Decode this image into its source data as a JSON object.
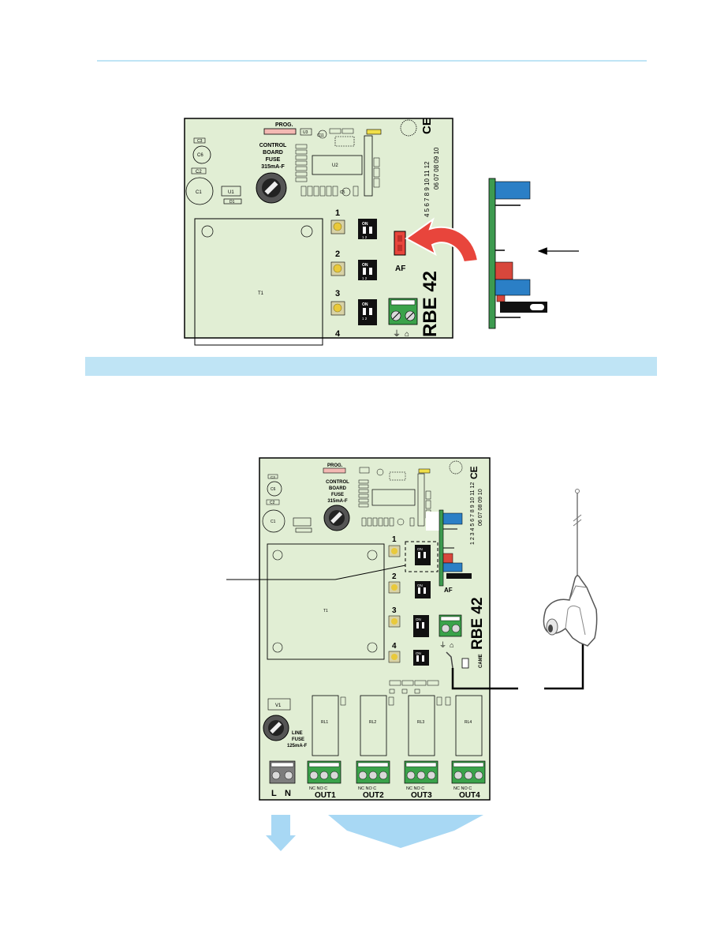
{
  "colors": {
    "board": "#e1eed4",
    "rule": "#bfe4f5",
    "arrow_red": "#e8453c",
    "arrow_blue": "#a8d8f4",
    "module_green": "#3d9a4f",
    "module_blue": "#2b7fc6",
    "terminal_green": "#3aa24a"
  },
  "top_board": {
    "prog_label": "PROG.",
    "fuse_label_1": "CONTROL",
    "fuse_label_2": "BOARD",
    "fuse_label_3": "FUSE",
    "fuse_rating": "315mA-F",
    "channels": [
      "1",
      "2",
      "3",
      "4"
    ],
    "dip_label": "ON",
    "dip_numbers": "1 2",
    "af_label": "AF",
    "model_label": "RBE 42",
    "transformer_label": "T1",
    "cap_c1": "C1",
    "cap_c6": "C6",
    "cap_c2": "C2",
    "cap_c3": "C3",
    "reg_u1": "U1",
    "ic_u2": "U2",
    "ic_u3": "U3",
    "d1": "D1",
    "c11": "C11",
    "c5": "C5",
    "numbers_row1": "4 5 6 7 8 9 10 11 12",
    "numbers_row2": "06 07 08 09 10"
  },
  "bottom_board": {
    "prog_label": "PROG.",
    "fuse_label_1": "CONTROL",
    "fuse_label_2": "BOARD",
    "fuse_label_3": "FUSE",
    "fuse_rating": "315mA-F",
    "channels": [
      "1",
      "2",
      "3",
      "4"
    ],
    "dip_label": "ON",
    "dip_numbers": "1 2",
    "af_label": "AF",
    "model_label": "RBE 42",
    "brand": "CAME",
    "line_fuse_1": "LINE",
    "line_fuse_2": "FUSE",
    "line_fuse_rating": "125mA-F",
    "v1": "V1",
    "transformer_label": "T1",
    "cap_c1": "C1",
    "cap_c6": "C6",
    "cap_c2": "C2",
    "cap_c3": "C3",
    "relays": [
      "RL1",
      "RL2",
      "RL3",
      "RL4"
    ],
    "terminal_pins": "NC NO C",
    "outputs": [
      "OUT1",
      "OUT2",
      "OUT3",
      "OUT4"
    ],
    "power_l": "L",
    "power_n": "N",
    "numbers_row1": "1 2 3 4 5 6 7 8 9 10 11 12",
    "numbers_row2": "06 07 08 09 10"
  }
}
